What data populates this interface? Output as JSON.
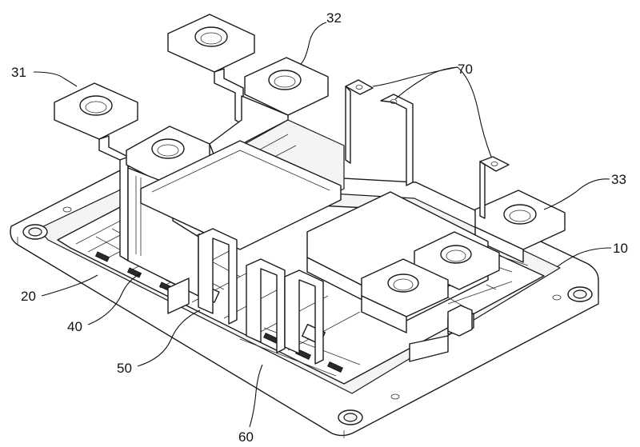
{
  "labels": {
    "l10": "10",
    "l20": "20",
    "l31": "31",
    "l32": "32",
    "l33": "33",
    "l40": "40",
    "l50": "50",
    "l60": "60",
    "l70": "70"
  }
}
